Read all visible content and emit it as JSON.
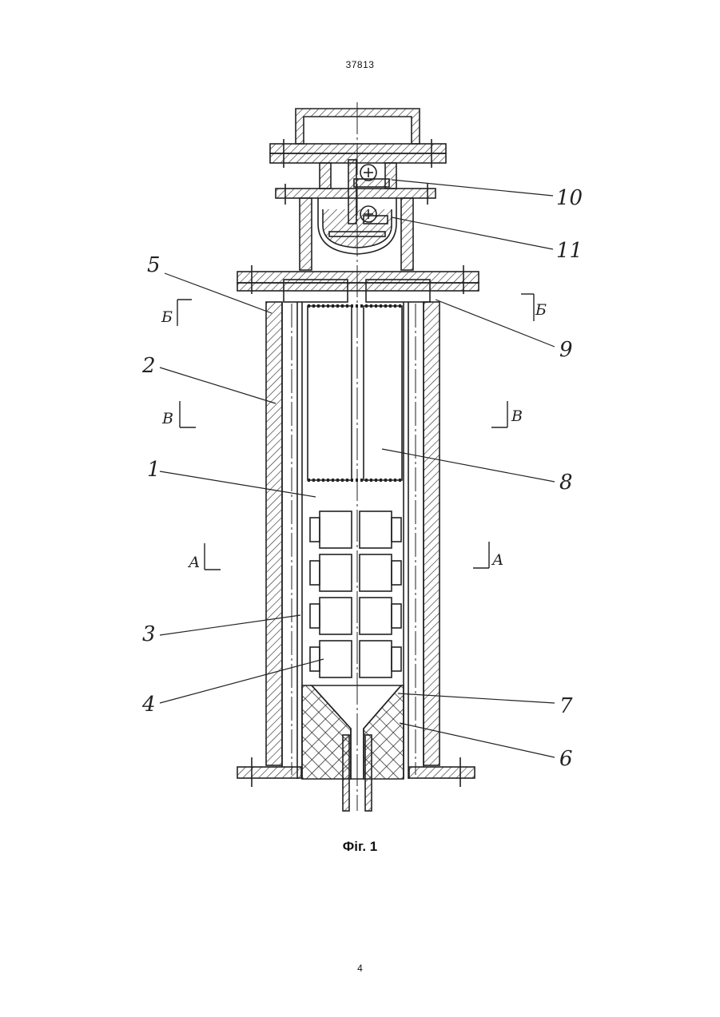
{
  "document": {
    "header_number": "37813",
    "figure_caption": "Фіг. 1",
    "page_number": "4"
  },
  "labels": [
    {
      "id": "5",
      "text": "5"
    },
    {
      "id": "2",
      "text": "2"
    },
    {
      "id": "1",
      "text": "1"
    },
    {
      "id": "3",
      "text": "3"
    },
    {
      "id": "4",
      "text": "4"
    },
    {
      "id": "10",
      "text": "10"
    },
    {
      "id": "11",
      "text": "11"
    },
    {
      "id": "9",
      "text": "9"
    },
    {
      "id": "8",
      "text": "8"
    },
    {
      "id": "7",
      "text": "7"
    },
    {
      "id": "6",
      "text": "6"
    }
  ],
  "section_marks": {
    "b_left": "Б",
    "b_right": "Б",
    "v_left": "В",
    "v_right": "В",
    "a_left": "А",
    "a_right": "А"
  },
  "colors": {
    "ink": "#222222",
    "paper": "#ffffff"
  }
}
